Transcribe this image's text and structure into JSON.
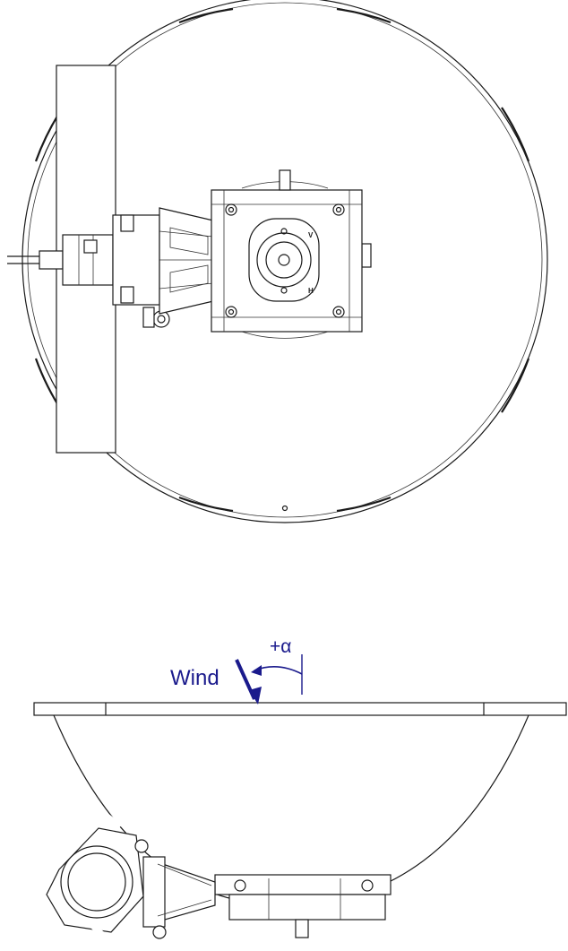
{
  "diagram": {
    "annotations": {
      "wind_label": "Wind",
      "angle_label": "+α"
    },
    "part_marks": {
      "vertical_mark": "V",
      "horizontal_mark": "H"
    },
    "colors": {
      "annotation": "#1a1a8c",
      "line": "#1a1a1a",
      "background": "#ffffff"
    }
  }
}
